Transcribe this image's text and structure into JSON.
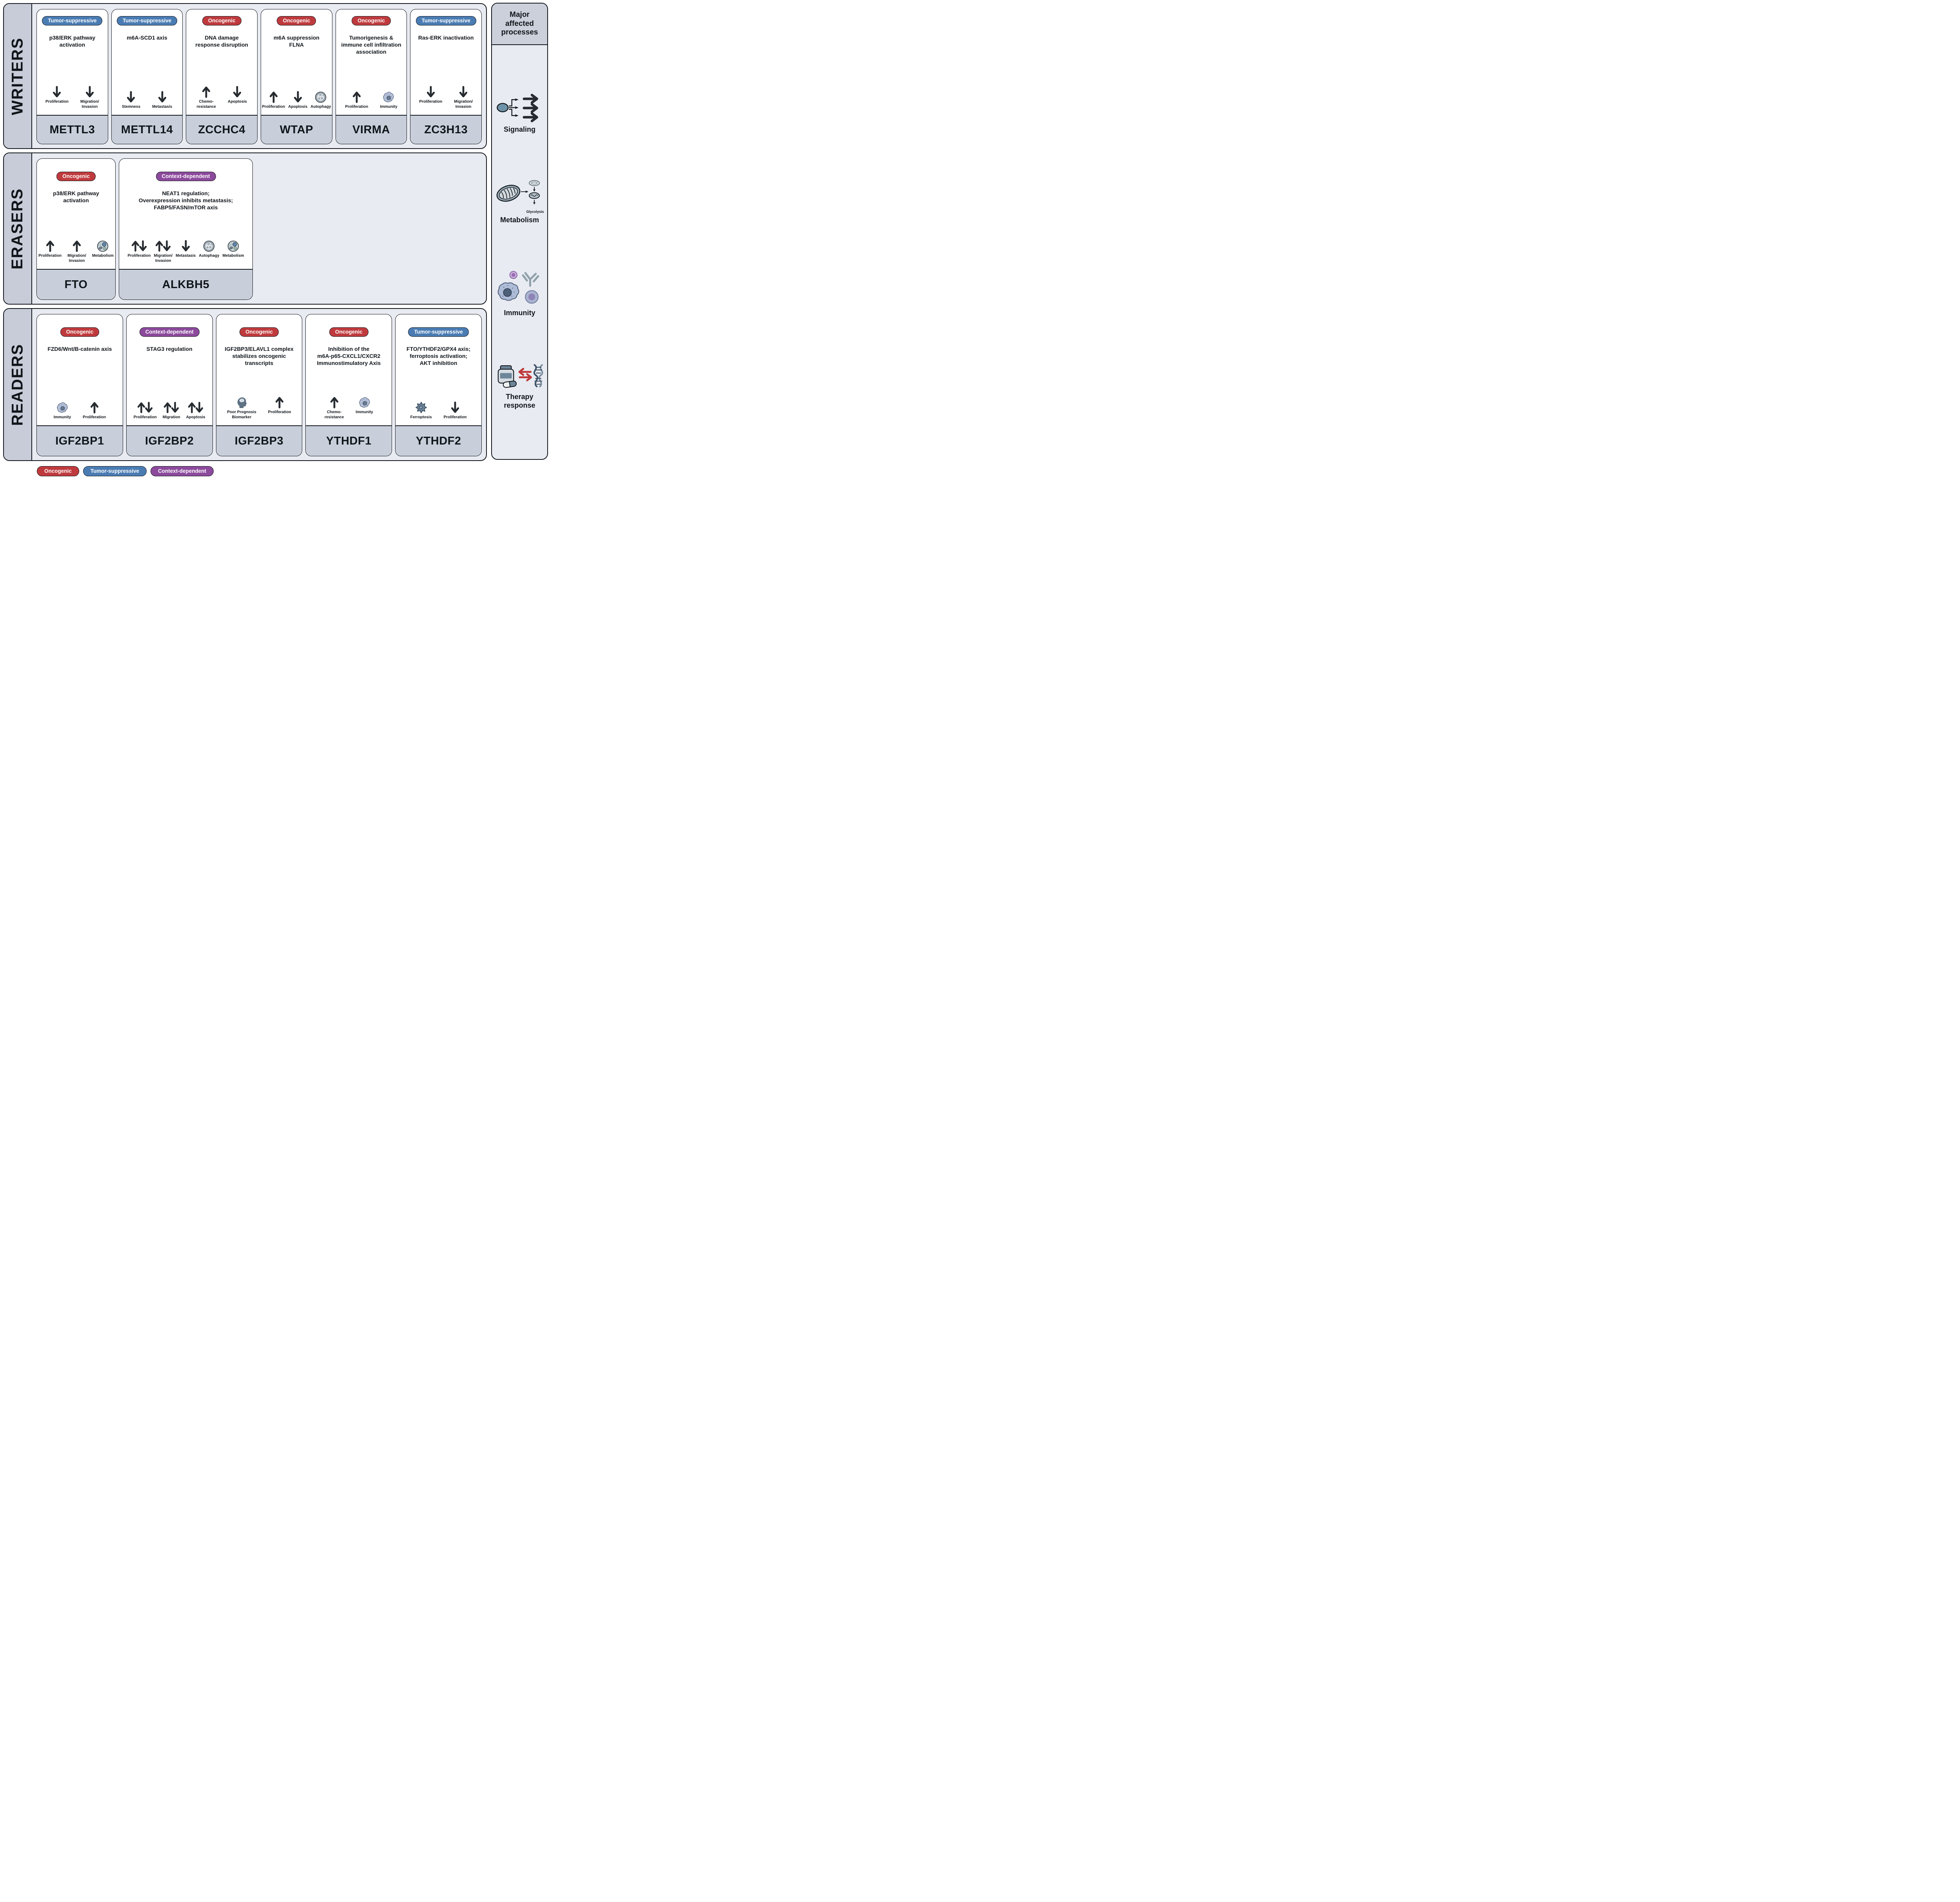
{
  "palette": {
    "oncogenic_red": "#bf3a3d",
    "tumor_suppressive_blue": "#4a7cb3",
    "context_dependent_purple": "#8c4a9c",
    "row_background": "#e9ebf2",
    "label_strip_gray": "#c8ccd8",
    "name_plate_gray": "#c9cfda",
    "card_white": "#ffffff",
    "outline_black": "#10151a",
    "arrow_dark": "#262b30",
    "therapy_arrow_red": "#c0393b"
  },
  "sections": [
    {
      "label": "WRITERS",
      "cards": [
        {
          "name": "METTL3",
          "badge": "Tumor-suppressive",
          "mechanism": "p38/ERK pathway\nactivation",
          "effects": [
            {
              "indicator": "down-arrow",
              "label": "Proliferation"
            },
            {
              "indicator": "down-arrow",
              "label": "Migration/\nInvasion"
            }
          ]
        },
        {
          "name": "METTL14",
          "badge": "Tumor-suppressive",
          "mechanism": "m6A-SCD1 axis",
          "effects": [
            {
              "indicator": "down-arrow",
              "label": "Stemness"
            },
            {
              "indicator": "down-arrow",
              "label": "Metastasis"
            }
          ]
        },
        {
          "name": "ZCCHC4",
          "badge": "Oncogenic",
          "mechanism": "DNA damage\nresponse disruption",
          "effects": [
            {
              "indicator": "up-arrow",
              "label": "Chemo-\nresistance"
            },
            {
              "indicator": "down-arrow",
              "label": "Apoptosis"
            }
          ]
        },
        {
          "name": "WTAP",
          "badge": "Oncogenic",
          "mechanism": "m6A suppression\nFLNA",
          "effects": [
            {
              "indicator": "up-arrow",
              "label": "Proliferation"
            },
            {
              "indicator": "down-arrow",
              "label": "Apoptosis"
            },
            {
              "indicator": "autophagy-icon",
              "label": "Autophagy"
            }
          ]
        },
        {
          "name": "VIRMA",
          "badge": "Oncogenic",
          "mechanism": "Tumorigenesis &\nimmune cell infiltration\nassociation",
          "effects": [
            {
              "indicator": "up-arrow",
              "label": "Proliferation"
            },
            {
              "indicator": "immune-cell-icon",
              "label": "Immunity"
            }
          ]
        },
        {
          "name": "ZC3H13",
          "badge": "Tumor-suppressive",
          "mechanism": "Ras-ERK inactivation",
          "effects": [
            {
              "indicator": "down-arrow",
              "label": "Proliferation"
            },
            {
              "indicator": "down-arrow",
              "label": "Migration/\nInvasion"
            }
          ]
        }
      ]
    },
    {
      "label": "ERASERS",
      "cards": [
        {
          "name": "FTO",
          "badge": "Oncogenic",
          "mechanism": "p38/ERK pathway\nactivation",
          "effects": [
            {
              "indicator": "up-arrow",
              "label": "Proliferation"
            },
            {
              "indicator": "up-arrow",
              "label": "Migration/\nInvasion"
            },
            {
              "indicator": "metabolism-cell-icon",
              "label": "Metabolism"
            }
          ]
        },
        {
          "name": "ALKBH5",
          "badge": "Context-dependent",
          "mechanism": "NEAT1 regulation;\nOverexpression inhibits metastasis;\nFABP5/FASN/mTOR axis",
          "effects": [
            {
              "indicator": "up-down-arrow",
              "label": "Proliferation"
            },
            {
              "indicator": "up-down-arrow",
              "label": "Migration/\nInvasion"
            },
            {
              "indicator": "down-arrow",
              "label": "Metastasis"
            },
            {
              "indicator": "autophagy-icon",
              "label": "Autophagy"
            },
            {
              "indicator": "metabolism-cell-icon",
              "label": "Metabolism"
            }
          ]
        }
      ]
    },
    {
      "label": "READERS",
      "cards": [
        {
          "name": "IGF2BP1",
          "badge": "Oncogenic",
          "mechanism": "FZD6/Wnt/B-catenin axis",
          "effects": [
            {
              "indicator": "immune-cell-icon",
              "label": "Immunity"
            },
            {
              "indicator": "up-arrow",
              "label": "Proliferation"
            }
          ]
        },
        {
          "name": "IGF2BP2",
          "badge": "Context-dependent",
          "mechanism": "STAG3 regulation",
          "effects": [
            {
              "indicator": "up-down-arrow",
              "label": "Proliferation"
            },
            {
              "indicator": "up-down-arrow",
              "label": "Migration"
            },
            {
              "indicator": "up-down-arrow",
              "label": "Apoptosis"
            }
          ]
        },
        {
          "name": "IGF2BP3",
          "badge": "Oncogenic",
          "mechanism": "IGF2BP3/ELAVL1 complex\nstabilizes oncogenic\ntranscripts",
          "effects": [
            {
              "indicator": "head-brain-icon",
              "label": "Poor Prognosis\nBiomarker"
            },
            {
              "indicator": "up-arrow",
              "label": "Proliferation"
            }
          ]
        },
        {
          "name": "YTHDF1",
          "badge": "Oncogenic",
          "mechanism": "Inhibition of the\nm6A-p65-CXCL1/CXCR2\nImmunostimulatory Axis",
          "effects": [
            {
              "indicator": "up-arrow",
              "label": "Chemo-\nresistance"
            },
            {
              "indicator": "immune-cell-icon",
              "label": "Immunity"
            }
          ]
        },
        {
          "name": "YTHDF2",
          "badge": "Tumor-suppressive",
          "mechanism": "FTO/YTHDF2/GPX4 axis;\nferroptosis activation;\nAKT inhibition",
          "effects": [
            {
              "indicator": "ferroptosis-icon",
              "label": "Ferroptosis"
            },
            {
              "indicator": "down-arrow",
              "label": "Proliferation"
            }
          ]
        }
      ]
    }
  ],
  "sidebar": {
    "title": "Major\naffected\nprocesses",
    "processes": [
      {
        "label": "Signaling",
        "icon": "signaling-icon"
      },
      {
        "label": "Metabolism",
        "icon": "mitochondria-icon",
        "sublabel": "Glycolysis"
      },
      {
        "label": "Immunity",
        "icon": "immune-cells-icon"
      },
      {
        "label": "Therapy\nresponse",
        "icon": "therapy-icon"
      }
    ]
  },
  "legend": [
    {
      "label": "Oncogenic",
      "type": "oncogenic"
    },
    {
      "label": "Tumor-suppressive",
      "type": "tumor-suppressive"
    },
    {
      "label": "Context-dependent",
      "type": "context-dependent"
    }
  ]
}
